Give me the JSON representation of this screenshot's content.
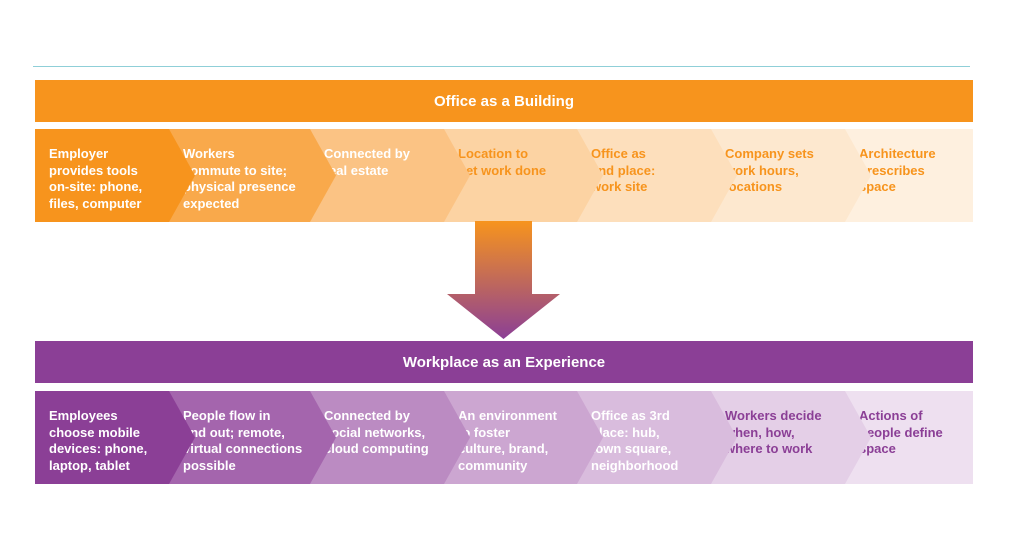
{
  "top_banner": "Office as a Building",
  "bottom_banner": "Workplace as an Experience",
  "top_row": [
    {
      "text": "Employer\nprovides tools\non-site: phone,\nfiles, computer",
      "bg": "#f7941d",
      "color": "#ffffff"
    },
    {
      "text": "Workers\ncommute to site;\nphysical presence\nexpected",
      "bg": "#f9a94b",
      "color": "#ffffff"
    },
    {
      "text": "Connected by\nreal estate",
      "bg": "#fbc384",
      "color": "#ffffff"
    },
    {
      "text": "Location to\nget work done",
      "bg": "#fcd3a3",
      "color": "#f7941d"
    },
    {
      "text": "Office as\n2nd place:\nwork site",
      "bg": "#fddfbc",
      "color": "#f7941d"
    },
    {
      "text": "Company sets\nwork hours,\nlocations",
      "bg": "#fde8cf",
      "color": "#f7941d"
    },
    {
      "text": "Architecture\nprescribes\nspace",
      "bg": "#fef0df",
      "color": "#f7941d"
    }
  ],
  "bottom_row": [
    {
      "text": "Employees\nchoose mobile\ndevices: phone,\nlaptop, tablet",
      "bg": "#8b3f96",
      "color": "#ffffff"
    },
    {
      "text": "People flow in\nand out; remote,\nvirtual connections\npossible",
      "bg": "#a465ad",
      "color": "#ffffff"
    },
    {
      "text": "Connected by\nsocial networks,\ncloud computing",
      "bg": "#bb8bc2",
      "color": "#ffffff"
    },
    {
      "text": "An environment\nto foster\nculture, brand,\ncommunity",
      "bg": "#cca6d1",
      "color": "#ffffff"
    },
    {
      "text": "Office as 3rd\nplace: hub,\ntown square,\nneighborhood",
      "bg": "#d9bcdd",
      "color": "#ffffff"
    },
    {
      "text": "Workers decide\nwhen, how,\nwhere to work",
      "bg": "#e4cfe7",
      "color": "#8b3f96"
    },
    {
      "text": "Actions of\npeople define\nspace",
      "bg": "#eee0f0",
      "color": "#8b3f96"
    }
  ],
  "colors": {
    "orange": "#f7941d",
    "purple": "#8b3f96",
    "rule": "#8fcfd8"
  }
}
